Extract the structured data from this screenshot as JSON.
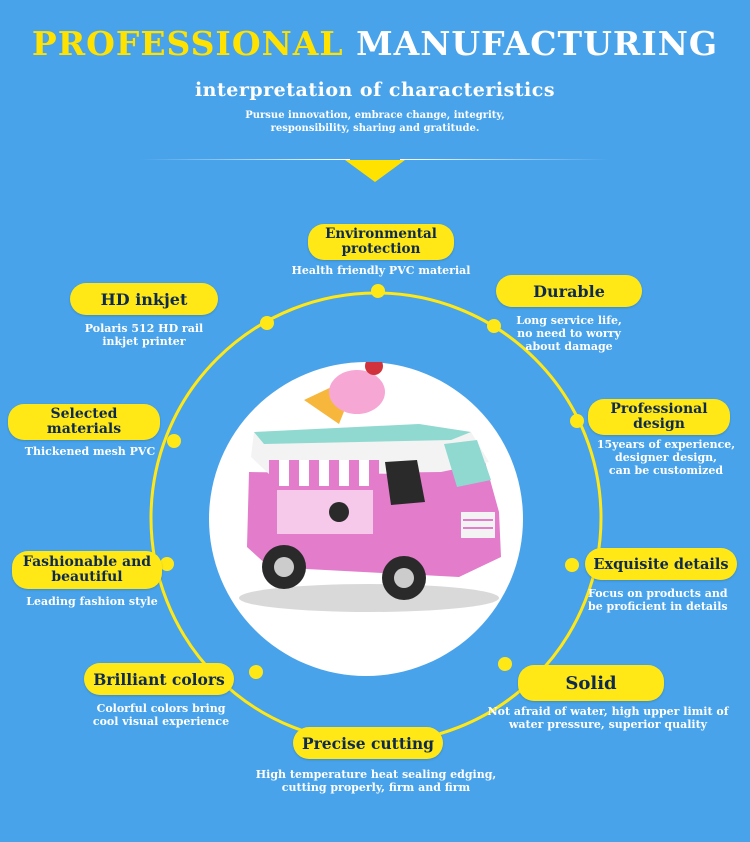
{
  "header": {
    "title_part1": "PROFESSIONAL",
    "title_part2": "MANUFACTURING",
    "subtitle": "interpretation of characteristics",
    "slogan_line1": "Pursue innovation, embrace change, integrity,",
    "slogan_line2": "responsibility, sharing and gratitude."
  },
  "colors": {
    "background": "#48a3ea",
    "accent_yellow": "#ffe816",
    "label_text": "#0e2a4f"
  },
  "features": [
    {
      "title_line1": "Environmental",
      "title_line2": "protection",
      "desc_line1": "Health friendly PVC material"
    },
    {
      "title_line1": "HD inkjet",
      "desc_line1": "Polaris 512 HD rail",
      "desc_line2": "inkjet printer"
    },
    {
      "title_line1": "Durable",
      "desc_line1": "Long service life,",
      "desc_line2": "no need to worry",
      "desc_line3": "about damage"
    },
    {
      "title_line1": "Selected",
      "title_line2": "materials",
      "desc_line1": "Thickened mesh PVC"
    },
    {
      "title_line1": "Professional",
      "title_line2": "design",
      "desc_line1": "15years of experience,",
      "desc_line2": "designer design,",
      "desc_line3": "can be customized"
    },
    {
      "title_line1": "Fashionable and",
      "title_line2": "beautiful",
      "desc_line1": "Leading fashion style"
    },
    {
      "title_line1": "Exquisite details",
      "desc_line1": "Focus on products and",
      "desc_line2": "be proficient in details"
    },
    {
      "title_line1": "Brilliant colors",
      "desc_line1": "Colorful colors bring",
      "desc_line2": "cool visual experience"
    },
    {
      "title_line1": "Solid",
      "desc_line1": "Not afraid of water, high upper limit of",
      "desc_line2": "water pressure, superior quality"
    },
    {
      "title_line1": "Precise cutting",
      "desc_line1": "High temperature heat sealing edging,",
      "desc_line2": "cutting properly, firm and firm"
    }
  ],
  "product": {
    "icon": "ice-cream-food-truck-icon"
  }
}
